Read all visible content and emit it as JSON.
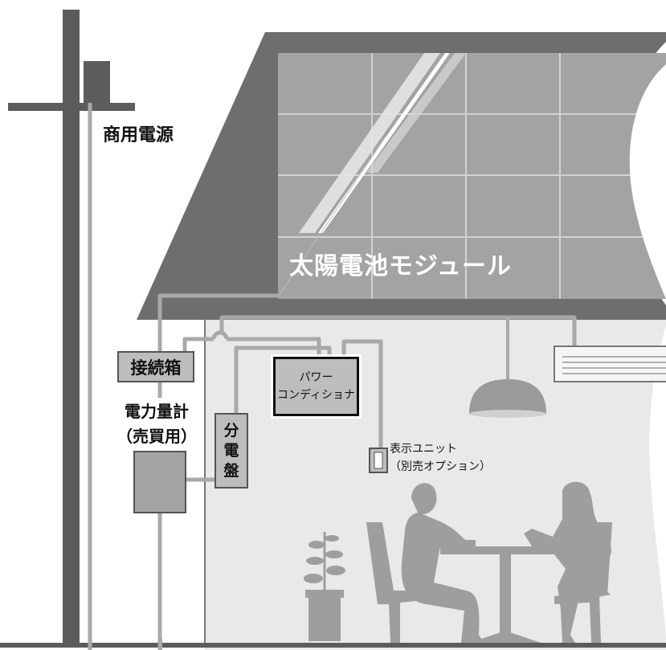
{
  "labels": {
    "grid": "商用電源",
    "module": "太陽電池モジュール",
    "junction_box": "接続箱",
    "meter_line1": "電力量計",
    "meter_line2": "（売買用）",
    "distribution_panel": [
      "分",
      "電",
      "盤"
    ],
    "power_conditioner_line1": "パワー",
    "power_conditioner_line2": "コンディショナ",
    "display_unit_line1": "表示ユニット",
    "display_unit_line2": "（別売オプション）"
  },
  "colors": {
    "roof": "#6e6e6e",
    "panel_glass": "#a3a3a3",
    "wall": "#e9e9e9",
    "pole": "#5c5c5c",
    "box_fill": "#bdbdbd",
    "silhouette": "#9e9e9e"
  }
}
